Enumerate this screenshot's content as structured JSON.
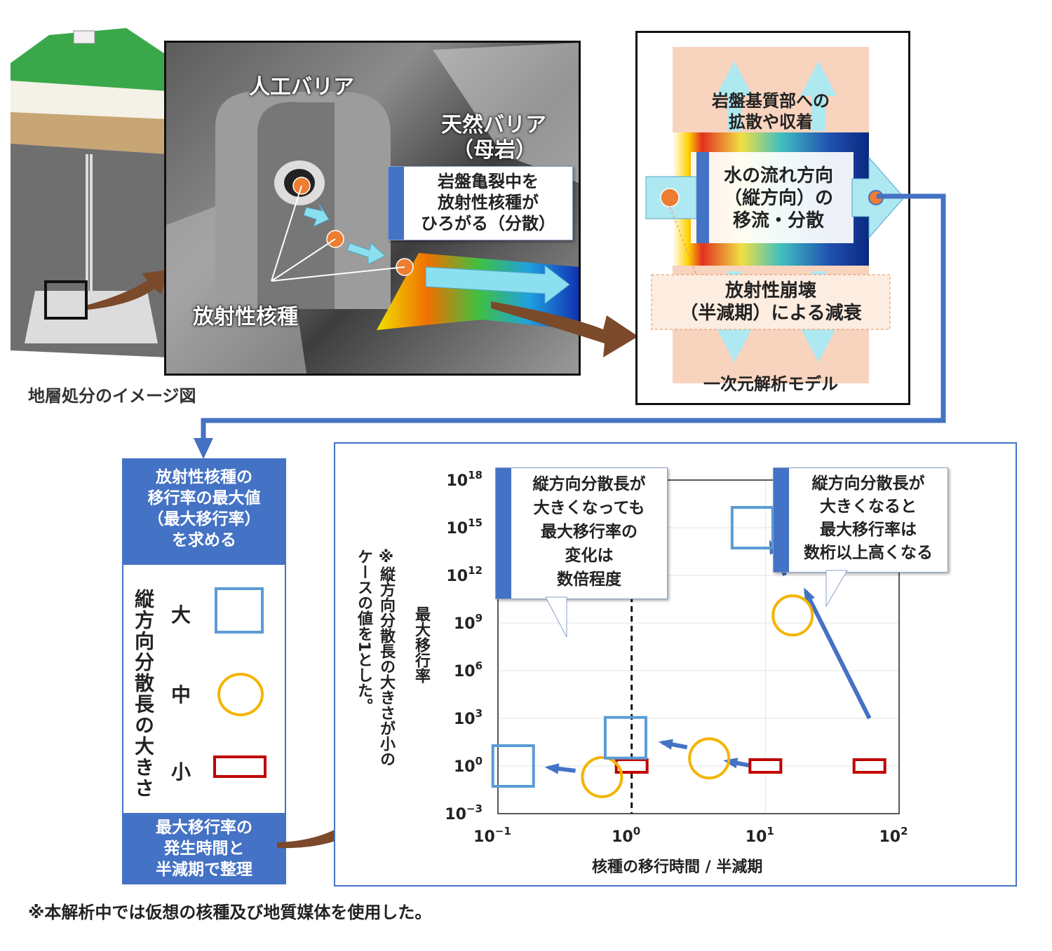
{
  "image_caption": "地層処分のイメージ図",
  "photo": {
    "engineered_barrier": "人工バリア",
    "natural_barrier_line1": "天然バリア",
    "natural_barrier_line2": "（母岩）",
    "nuclide_label": "放射性核種",
    "callout_lines": [
      "岩盤亀裂中を",
      "放射性核種が",
      "ひろがる（分散）"
    ]
  },
  "model": {
    "top_text_lines": [
      "岩盤基質部への",
      "拡散や収着"
    ],
    "flow_text_lines": [
      "水の流れ方向",
      "（縦方向）の",
      "移流・分散"
    ],
    "decay_text_lines": [
      "放射性崩壊",
      "（半減期）による減衰"
    ],
    "bottom_label": "一次元解析モデル"
  },
  "legend": {
    "header_lines": [
      "放射性核種の",
      "移行率の最大値",
      "（最大移行率）",
      "を求める"
    ],
    "vertical_title": "縦方向分散長の大きさ",
    "items": [
      {
        "label": "大",
        "marker": "square",
        "color": "#5b9bd5"
      },
      {
        "label": "中",
        "marker": "circle",
        "color": "#f4b400"
      },
      {
        "label": "小",
        "marker": "rect",
        "color": "#c00000"
      }
    ],
    "footer_lines": [
      "最大移行率の",
      "発生時間と",
      "半減期で整理"
    ]
  },
  "chart_note": "※縦方向分散長の大きさが小のケースの値を1とした。",
  "chart_data": {
    "type": "scatter",
    "xlabel": "核種の移行時間 / 半減期",
    "ylabel": "最大移行率",
    "x_scale": "log",
    "y_scale": "log",
    "xlim": [
      0.1,
      100
    ],
    "ylim": [
      0.001,
      1e+18
    ],
    "x_tick_exponents": [
      "−1",
      "0",
      "1",
      "2"
    ],
    "y_tick_exponents": [
      "18",
      "15",
      "12",
      "9",
      "6",
      "3",
      "0",
      "−3"
    ],
    "reference_line_x": 1,
    "series": [
      {
        "name": "小",
        "marker": "rect",
        "color": "#c00000",
        "points": [
          {
            "x": 1.0,
            "y": 1
          },
          {
            "x": 10,
            "y": 1
          },
          {
            "x": 60,
            "y": 1
          }
        ]
      },
      {
        "name": "中",
        "marker": "circle",
        "color": "#f4b400",
        "points": [
          {
            "x": 0.6,
            "y": 0.2
          },
          {
            "x": 3.8,
            "y": 3
          },
          {
            "x": 16,
            "y": 3000000000.0
          }
        ]
      },
      {
        "name": "大",
        "marker": "square",
        "color": "#5b9bd5",
        "points": [
          {
            "x": 0.13,
            "y": 1
          },
          {
            "x": 0.9,
            "y": 60
          },
          {
            "x": 8,
            "y": 1000000000000000.0
          }
        ]
      }
    ],
    "arrows": [
      {
        "from": {
          "x": 60,
          "y": 1000.0
        },
        "to": {
          "x": 20,
          "y": 100000000000.0
        }
      },
      {
        "from": {
          "x": 14,
          "y": 1000000000000.0
        },
        "to": {
          "x": 11,
          "y": 100000000000000.0
        }
      },
      {
        "from": {
          "x": 8,
          "y": 1
        },
        "to": {
          "x": 5.2,
          "y": 2
        }
      },
      {
        "from": {
          "x": 2.6,
          "y": 15
        },
        "to": {
          "x": 1.7,
          "y": 30
        }
      },
      {
        "from": {
          "x": 0.38,
          "y": 0.5
        },
        "to": {
          "x": 0.24,
          "y": 0.8
        }
      }
    ],
    "callouts": [
      {
        "lines": [
          "縦方向分散長が",
          "大きくなっても",
          "最大移行率の",
          "変化は",
          "数倍程度"
        ]
      },
      {
        "lines": [
          "縦方向分散長が",
          "大きくなると",
          "最大移行率は",
          "数桁以上高くなる"
        ]
      }
    ]
  },
  "footnote": "※本解析中では仮想の核種及び地質媒体を使用した。"
}
